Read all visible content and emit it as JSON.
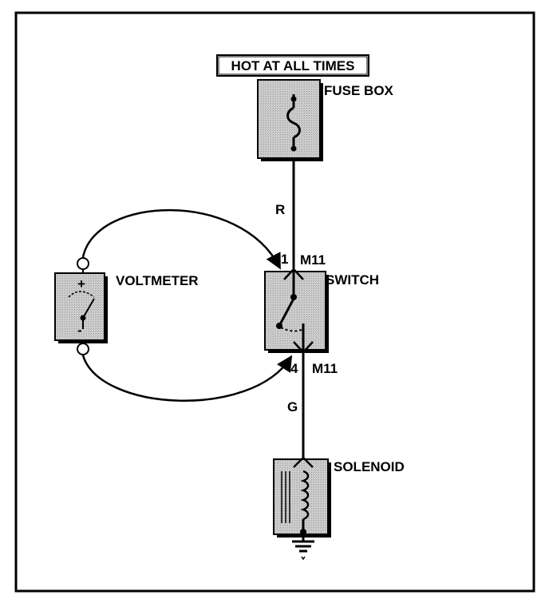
{
  "header_label": "HOT AT ALL TIMES",
  "components": {
    "fuse_box": "FUSE BOX",
    "switch": "SWITCH",
    "voltmeter": "VOLTMETER",
    "solenoid": "SOLENOID"
  },
  "wires": {
    "top_color": "R",
    "bottom_color": "G"
  },
  "connectors": {
    "top_pin": "1",
    "top_id": "M11",
    "bottom_pin": "4",
    "bottom_id": "M11"
  },
  "voltmeter_polarity": {
    "positive": "+",
    "negative": "-"
  }
}
